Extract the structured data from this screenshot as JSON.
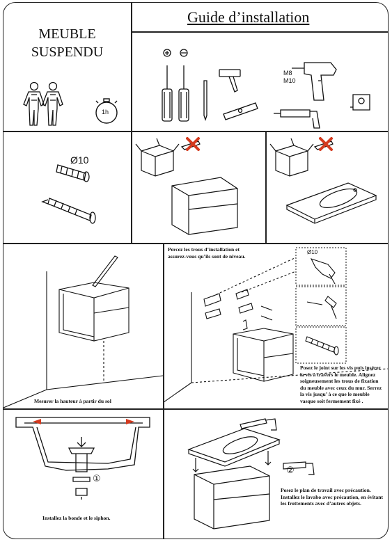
{
  "title": {
    "line1": "MEUBLE",
    "line2": "SUSPENDU"
  },
  "guide_title": "Guide d’installation",
  "time_badge": "1h",
  "tools": {
    "screw_sizes": [
      "M8",
      "M10"
    ]
  },
  "anchor": {
    "diameter": "Ø10"
  },
  "step4": {
    "caption": "Mesurer la hauteur  à  partir du sol"
  },
  "step5": {
    "top_text": "Percez les trous d’installation et assurez-vous qu’ils sont de niveau.",
    "diameter": "Ø10",
    "bottom_text": "Posez le joint sur les vis puis insérez la vis  à  travers le meuble. Alignez soigneusement les trous de fixation du meuble avec ceux du mur. Serrez la vis jusqu’ à  ce que le meuble vasque soit fermement fixé ."
  },
  "step6": {
    "number": "①",
    "caption": "Installez la bonde et le siphon."
  },
  "step7": {
    "number": "②",
    "text": "Posez le plan de travail avec précaution. Installez le lavabo avec précaution, en évitant les frottements avec d’autres objets."
  }
}
